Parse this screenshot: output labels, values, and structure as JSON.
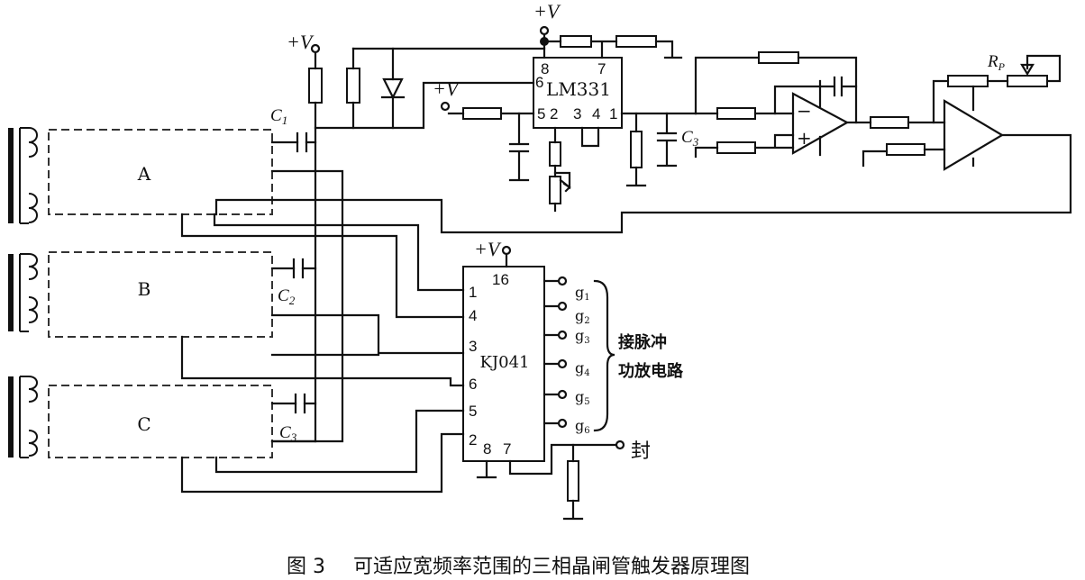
{
  "supply": {
    "label": "+V"
  },
  "lm331": {
    "name": "LM331",
    "pins": {
      "p8": "8",
      "p7": "7",
      "p6": "6",
      "p5": "5",
      "p2": "2",
      "p3": "3",
      "p4": "4",
      "p1": "1"
    }
  },
  "kj041": {
    "name": "KJ041",
    "pins": {
      "p16": "16",
      "p1": "1",
      "p4": "4",
      "p3": "3",
      "p6": "6",
      "p5": "5",
      "p2": "2",
      "p8": "8",
      "p7": "7"
    }
  },
  "capacitors": {
    "c1": "C",
    "c1_sub": "1",
    "c2": "C",
    "c2_sub": "2",
    "c3a": "C",
    "c3a_sub": "3",
    "c3b": "C",
    "c3b_sub": "3"
  },
  "pot": {
    "label": "R",
    "sub": "P"
  },
  "phases": {
    "a": "A",
    "b": "B",
    "c": "C"
  },
  "outputs": [
    {
      "label": "g",
      "sub": "1"
    },
    {
      "label": "g",
      "sub": "2"
    },
    {
      "label": "g",
      "sub": "3"
    },
    {
      "label": "g",
      "sub": "4"
    },
    {
      "label": "g",
      "sub": "5"
    },
    {
      "label": "g",
      "sub": "6"
    }
  ],
  "output_note": {
    "line1": "接脉冲",
    "line2": "功放电路"
  },
  "seal": "封",
  "caption": {
    "figure": "图 3",
    "text": "可适应宽频率范围的三相晶闸管触发器原理图"
  }
}
